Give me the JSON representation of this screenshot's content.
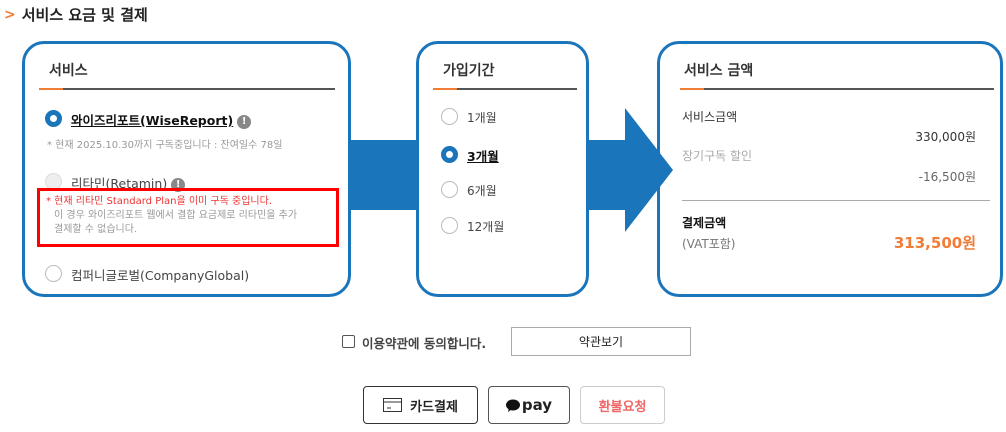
{
  "section_title": "서비스 요금 및 결제",
  "service": {
    "title": "서비스",
    "options": [
      {
        "label": "와이즈리포트(WiseReport)",
        "selected": true,
        "note": "* 현재 2025.10.30까지 구독중입니다 : 잔여일수 78일"
      },
      {
        "label": "리타민(Retamin)",
        "selected": false,
        "disabled": true
      },
      {
        "label": "컴퍼니글로벌(CompanyGlobal)",
        "selected": false
      }
    ],
    "warning_red": "* 현재 리타민 Standard Plan을 이미 구독 중입니다.",
    "warning_gray1": "이 경우 와이즈리포트 웹에서 결합 요금제로 리타민을 추가",
    "warning_gray2": "결제할 수 없습니다."
  },
  "period": {
    "title": "가입기간",
    "options": [
      {
        "label": "1개월"
      },
      {
        "label": "3개월",
        "selected": true
      },
      {
        "label": "6개월"
      },
      {
        "label": "12개월"
      }
    ]
  },
  "price": {
    "title": "서비스 금액",
    "service_label": "서비스금액",
    "service_value": "330,000원",
    "discount_label": "장기구독 할인",
    "discount_value": "-16,500원",
    "total_label": "결제금액",
    "vat_label": "(VAT포함)",
    "total_value": "313,500원"
  },
  "terms": {
    "agree_label": "이용약관에 동의합니다.",
    "view_button": "약관보기"
  },
  "buttons": {
    "card": "카드결제",
    "pay": "pay",
    "refund": "환불요청"
  },
  "colors": {
    "accent": "#1a75bb",
    "orange": "#f07c36",
    "red": "#ff0000"
  }
}
